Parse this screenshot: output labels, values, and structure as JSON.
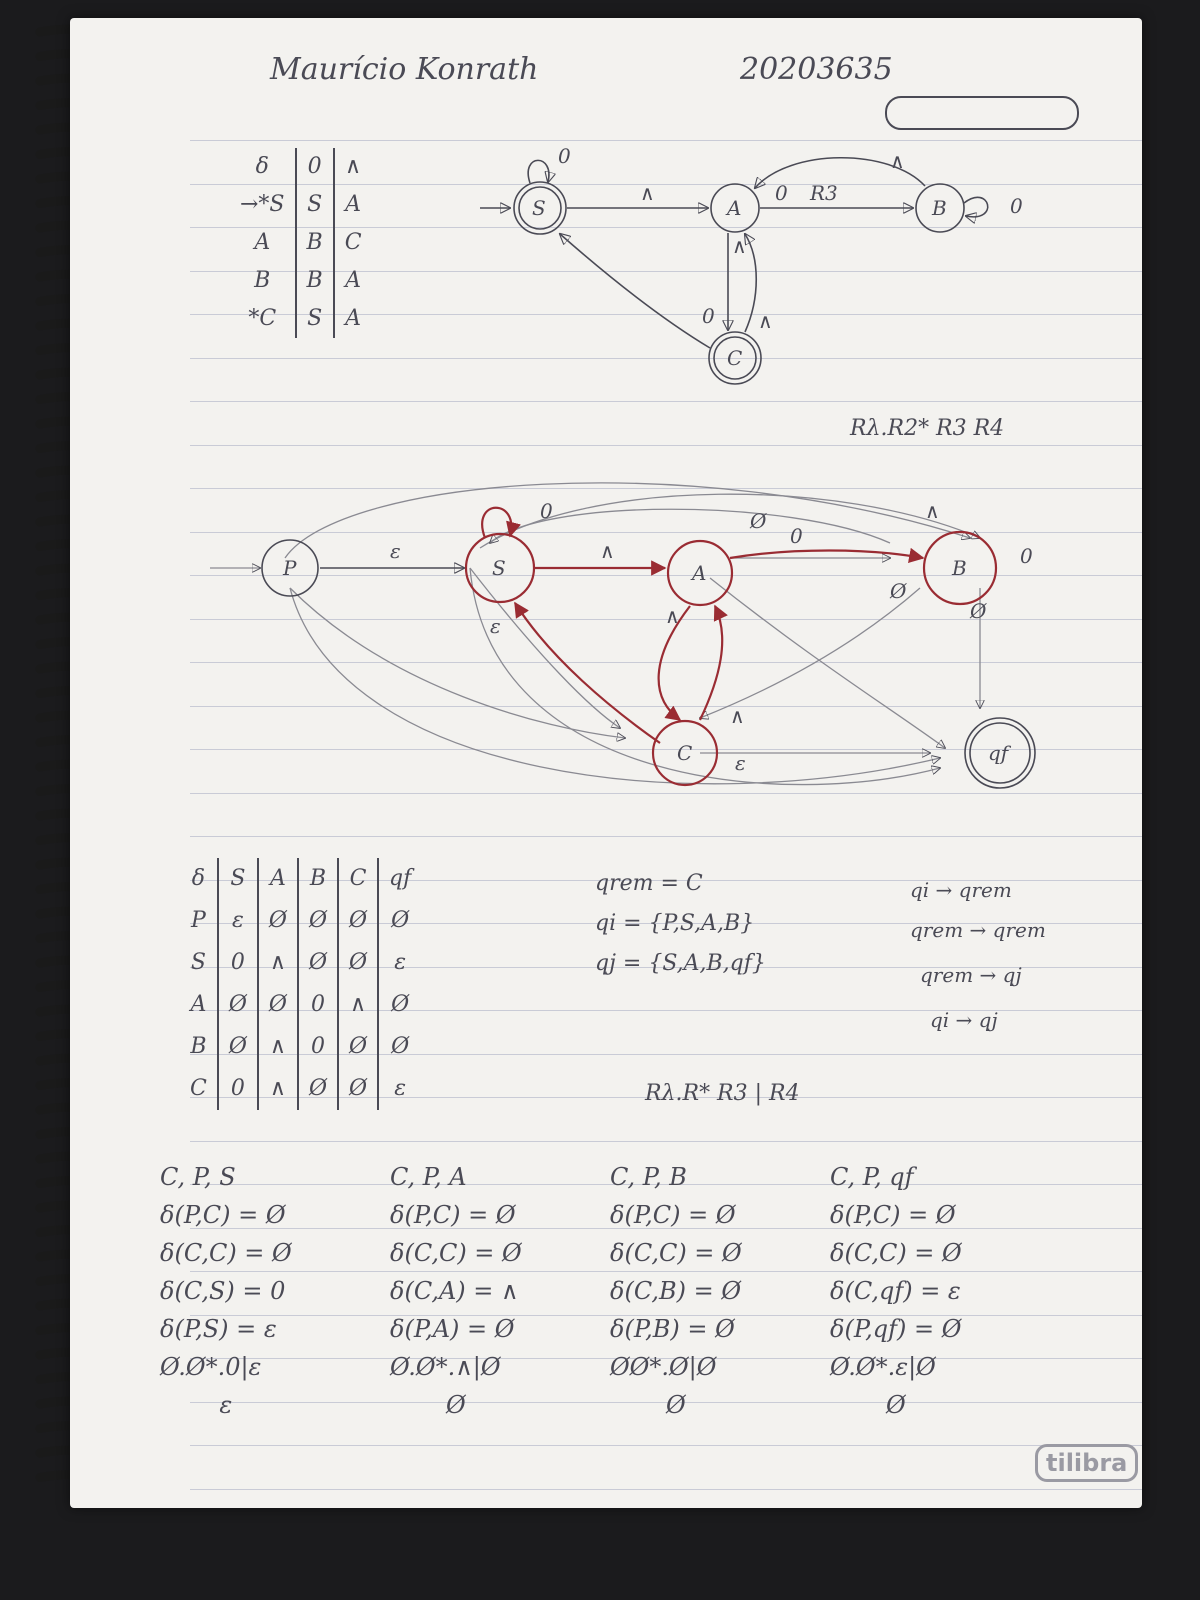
{
  "header": {
    "name": "Maurício Konrath",
    "number": "20203635"
  },
  "table1": {
    "headers": [
      "δ",
      "0",
      "∧"
    ],
    "rows": [
      [
        "→*S",
        "S",
        "A"
      ],
      [
        "A",
        "B",
        "C"
      ],
      [
        "B",
        "B",
        "A"
      ],
      [
        "*C",
        "S",
        "A"
      ]
    ]
  },
  "diagram1": {
    "states": [
      "S",
      "A",
      "B",
      "C"
    ],
    "edge_labels": [
      "0",
      "∧",
      "0",
      "R3",
      "∧",
      "0",
      "∧",
      "0",
      "∧"
    ]
  },
  "formula_top": "Rλ.R2* R3 R4",
  "diagram2": {
    "states": [
      "P",
      "S",
      "A",
      "B",
      "C",
      "qf"
    ],
    "labels": [
      "ε",
      "ε",
      "∧",
      "0",
      "0",
      "∧",
      "Ø",
      "Ø",
      "0",
      "∧",
      "ε",
      "∧",
      "Ø"
    ]
  },
  "table2": {
    "headers": [
      "δ",
      "S",
      "A",
      "B",
      "C",
      "qf"
    ],
    "rows": [
      [
        "P",
        "ε",
        "Ø",
        "Ø",
        "Ø",
        "Ø"
      ],
      [
        "S",
        "0",
        "∧",
        "Ø",
        "Ø",
        "ε"
      ],
      [
        "A",
        "Ø",
        "Ø",
        "0",
        "∧",
        "Ø"
      ],
      [
        "B",
        "Ø",
        "∧",
        "0",
        "Ø",
        "Ø"
      ],
      [
        "C",
        "0",
        "∧",
        "Ø",
        "Ø",
        "ε"
      ]
    ]
  },
  "notes": {
    "qrem": "qrem = C",
    "qi": "qi = {P,S,A,B}",
    "qj": "qj = {S,A,B,qf}",
    "formula_mid": "Rλ.R* R3 | R4"
  },
  "arrows_note": [
    "qi → qrem",
    "qrem → qrem",
    "qrem → qj",
    "qi → qj"
  ],
  "calcs": [
    {
      "title": "C, P, S",
      "lines": [
        "δ(P,C) = Ø",
        "δ(C,C) = Ø",
        "δ(C,S) = 0",
        "δ(P,S) = ε"
      ],
      "expr": "Ø.Ø*.0|ε",
      "result": "ε"
    },
    {
      "title": "C, P, A",
      "lines": [
        "δ(P,C) = Ø",
        "δ(C,C) = Ø",
        "δ(C,A) = ∧",
        "δ(P,A) = Ø"
      ],
      "expr": "Ø.Ø*.∧|Ø",
      "result": "Ø"
    },
    {
      "title": "C, P, B",
      "lines": [
        "δ(P,C) = Ø",
        "δ(C,C) = Ø",
        "δ(C,B) = Ø",
        "δ(P,B) = Ø"
      ],
      "expr": "ØØ*.Ø|Ø",
      "result": "Ø"
    },
    {
      "title": "C, P, qf",
      "lines": [
        "δ(P,C) = Ø",
        "δ(C,C) = Ø",
        "δ(C,qf) = ε",
        "δ(P,qf) = Ø"
      ],
      "expr": "Ø.Ø*.ε|Ø",
      "result": "Ø"
    }
  ],
  "brand": "tilibra",
  "colors": {
    "ink": "#4a4a55",
    "red_ink": "#9a2c33",
    "paper": "#f3f2ef",
    "rule": "#c9cbd6"
  }
}
